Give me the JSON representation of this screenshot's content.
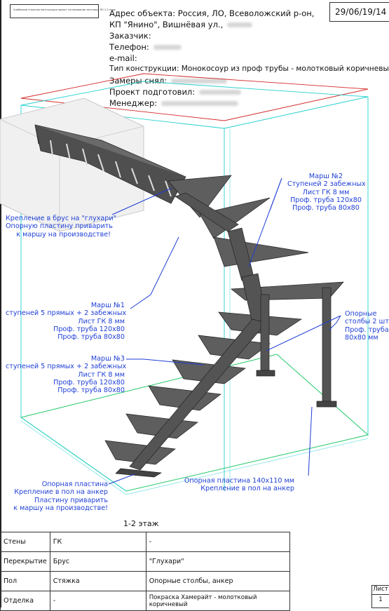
{
  "header": {
    "tiny_caption": "Хлебников стальная конструкция проект согласования лестницы ЛО 1-2 этаж",
    "date": "29/06/19/14",
    "address_line1": "Адрес объекта: Россия, ЛО, Всеволожский р-он,",
    "address_line2": "КП \"Янино\", Вишнёвая ул.,",
    "customer_label": "Заказчик:",
    "phone_label": "Телефон:",
    "email_label": "e-mail:",
    "construction_type": "Тип конструкции: Монокосоур из проф трубы - молотковый коричневый",
    "measurer_label": "Замеры снял:",
    "designer_label": "Проект подготовил:",
    "manager_label": "Менеджер:"
  },
  "callouts": {
    "beam_mount": {
      "line1": "Крепление в брус на \"глухари\"",
      "line2": "Опорную пластину приварить",
      "line3": "к маршу на производстве!"
    },
    "flight2": {
      "title": "Марш №2",
      "line1": "Ступеней 2 забежных",
      "line2": "Лист ГК 8 мм",
      "line3": "Проф. труба 120х80",
      "line4": "Проф. труба 80х80"
    },
    "flight1": {
      "title": "Марш №1",
      "line1": "ступеней 5 прямых + 2 забежных",
      "line2": "Лист ГК 8 мм",
      "line3": "Проф. труба 120х80",
      "line4": "Проф. труба 80х80"
    },
    "posts": {
      "line1": "Опорные",
      "line2": "столбы 2 шт",
      "line3": "Проф. труба",
      "line4": "80х80 мм"
    },
    "flight3": {
      "title": "Марш №3",
      "line1": "ступеней 5 прямых + 2 забежных",
      "line2": "Лист ГК 8 мм",
      "line3": "Проф. труба 120х80",
      "line4": "Проф. труба 80х80"
    },
    "bottom_plate": {
      "line1": "Опорная пластина",
      "line2": "Крепление в пол на анкер",
      "line3": "Пластину приварить",
      "line4": "к маршу на производстве!"
    },
    "post_plate": {
      "line1": "Опорная пластина 140х110 мм",
      "line2": "Крепление в пол на анкер"
    }
  },
  "floor_label": "1-2 этаж",
  "spec_table": [
    {
      "name": "Стены",
      "material": "ГК",
      "note": "-"
    },
    {
      "name": "Перекрытие",
      "material": "Брус",
      "note": "\"Глухари\""
    },
    {
      "name": "Пол",
      "material": "Стяжка",
      "note": "Опорные столбы, анкер"
    },
    {
      "name": "Отделка",
      "material": "-",
      "note": "Покраска Хамерайт - молотковый коричневый"
    }
  ],
  "sheet": {
    "label": "Лист",
    "number": "1"
  },
  "colors": {
    "annotation": "#1f3fd6",
    "glass_box": "#22d0cf",
    "floor_outline": "#22c96a",
    "ceiling_outline": "#d42828",
    "steel": "#545454",
    "tread_top": "#5e5e5e"
  }
}
